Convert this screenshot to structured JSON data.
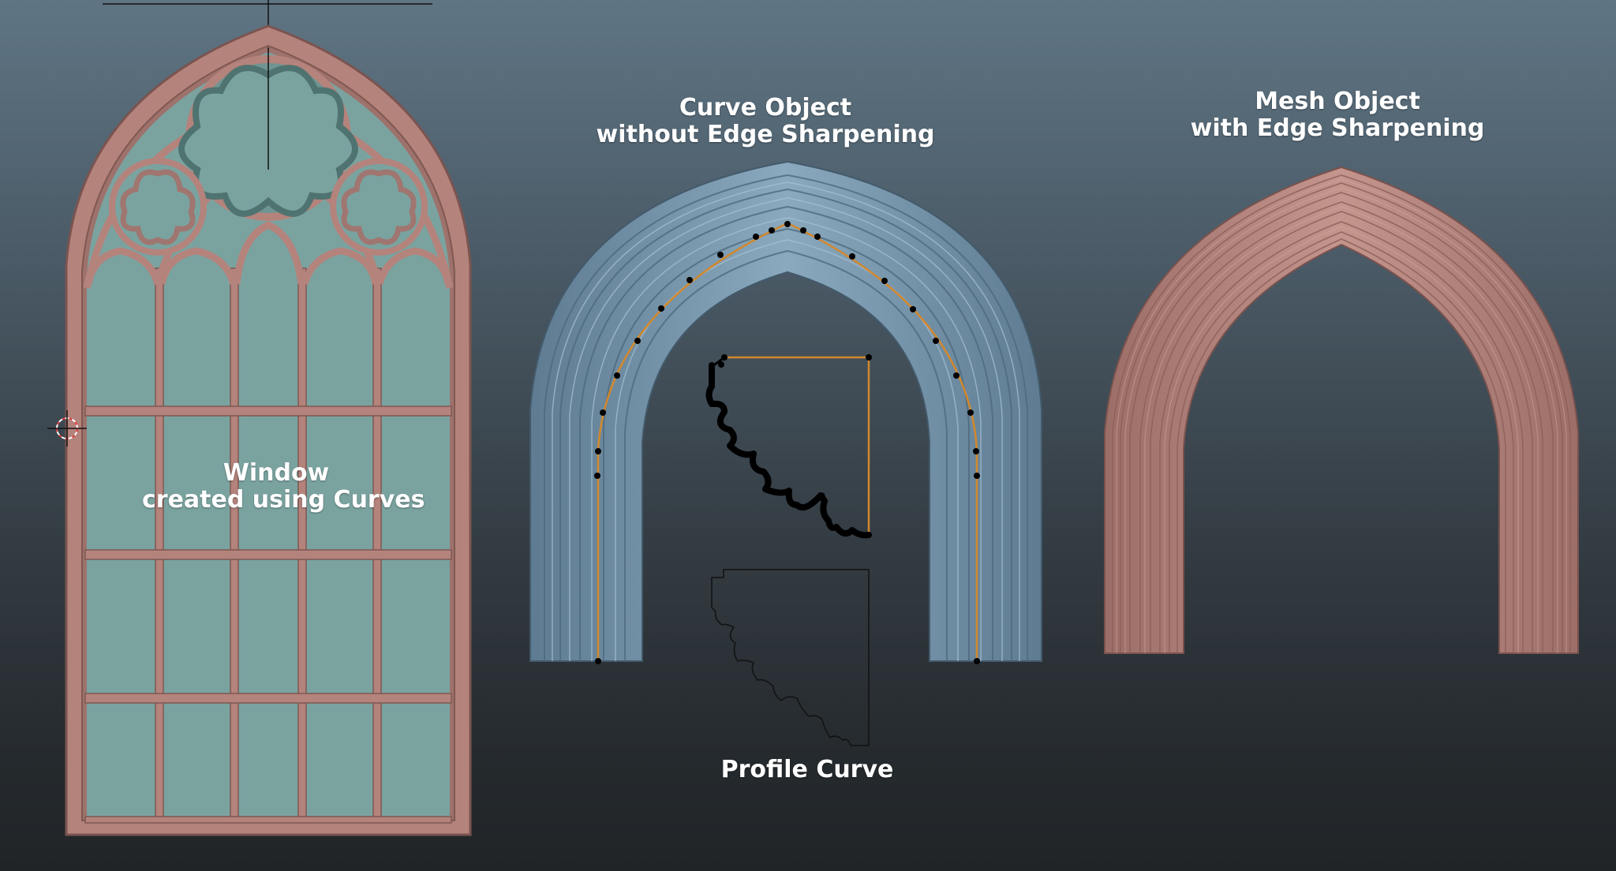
{
  "labels": {
    "window_line1": "Window",
    "window_line2": "created using Curves",
    "curve_line1": "Curve Object",
    "curve_line2": "without Edge Sharpening",
    "mesh_line1": "Mesh Object",
    "mesh_line2": "with Edge Sharpening",
    "profile": "Profile Curve"
  },
  "colors": {
    "window_frame": "#b88880",
    "window_glass": "#7aa3a0",
    "curve_arch": "#6f8fa6",
    "mesh_arch": "#b5837d",
    "curve_path": "#d2882c",
    "control_point": "#000000"
  },
  "icons": {
    "cursor": "3d-cursor-icon"
  }
}
